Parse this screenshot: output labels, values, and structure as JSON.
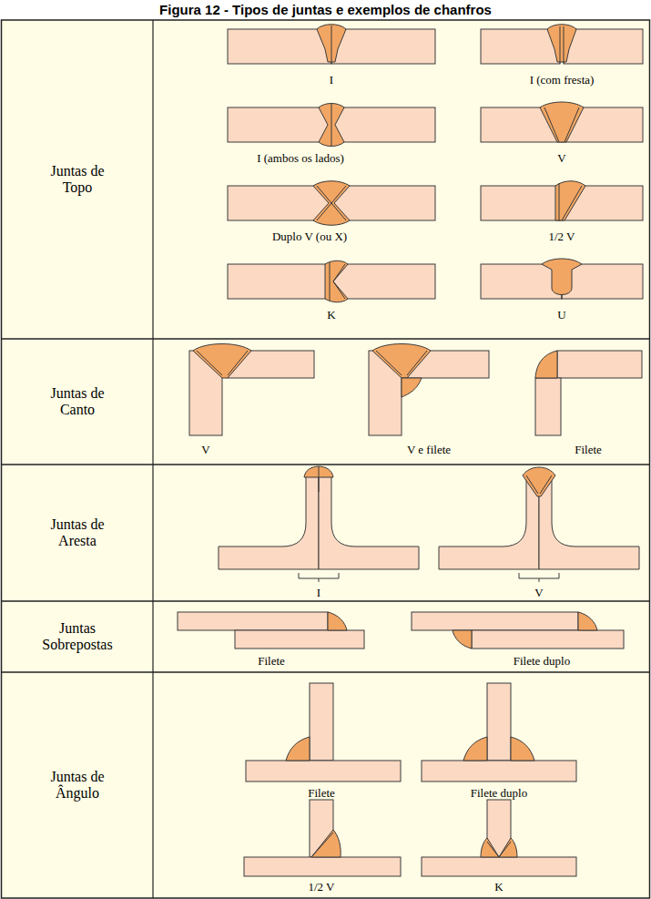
{
  "diagram": {
    "title": "Figura 12 - Tipos de juntas e exemplos de chanfros",
    "nodes": [
      {
        "text": [
          "Juntas de Topo"
        ]
      },
      {
        "text": [
          "Juntas de Canto"
        ]
      },
      {
        "text": [
          "Juntas de Aresta"
        ]
      },
      {
        "text": [
          "Juntas Sobrepostas"
        ]
      },
      {
        "text": [
          "Juntas de Ângulo"
        ]
      }
    ],
    "labels": [
      "I",
      "I (com fresta)",
      "I (ambos os lados)",
      "V",
      "Duplo V (ou X)",
      "1/2 V",
      "K",
      "U",
      "V",
      "V e filete",
      "Filete",
      "I",
      "V",
      "Filete",
      "Filete duplo",
      "Filete",
      "Filete duplo",
      "1/2 V",
      "K"
    ]
  }
}
